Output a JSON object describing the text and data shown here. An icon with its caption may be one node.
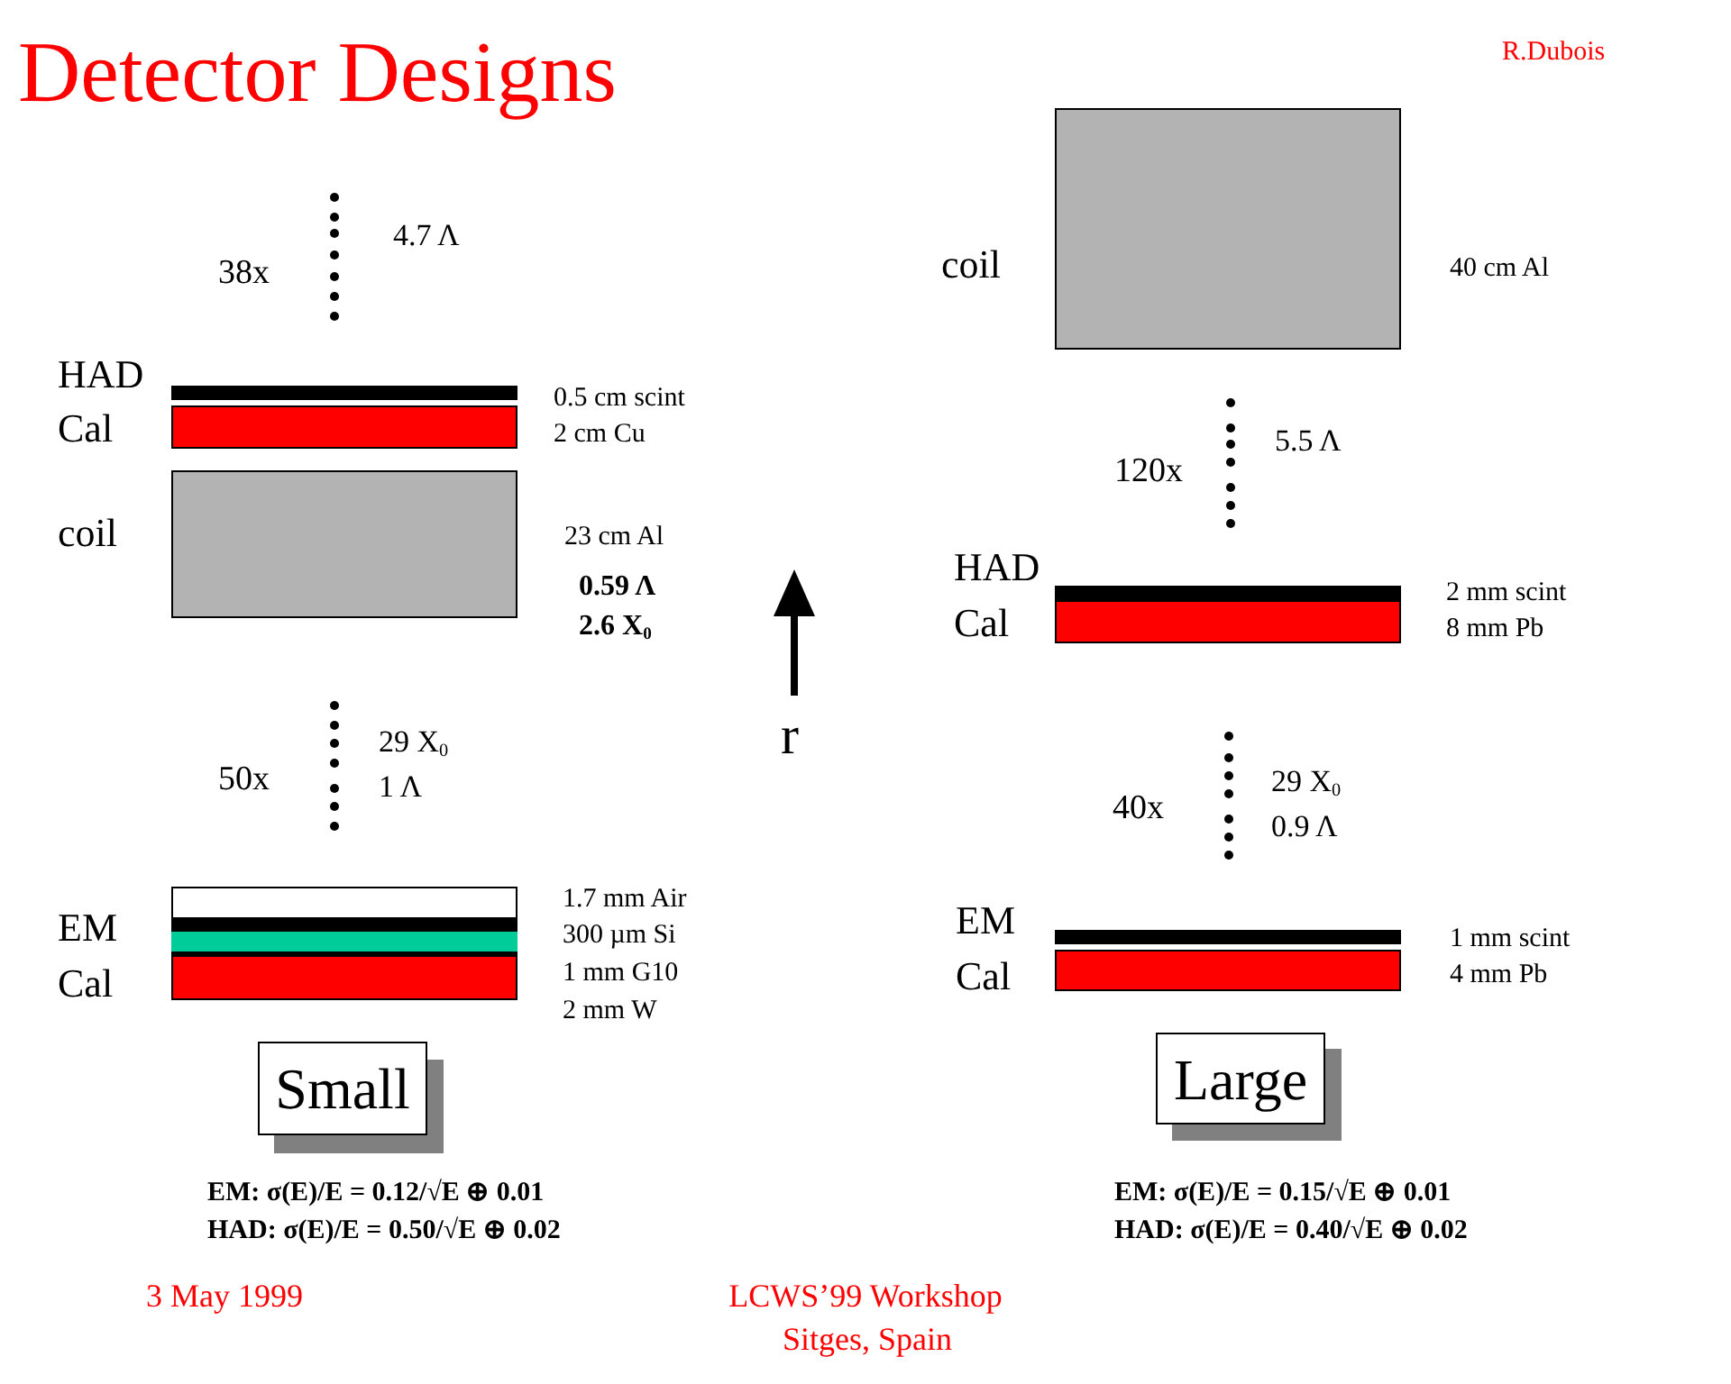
{
  "diagram": {
    "title": "Detector Designs",
    "nodes": [
      {
        "text": [],
        "shape": "box"
      },
      {
        "text": [
          "Small"
        ]
      },
      {
        "text": [],
        "shape": "box"
      },
      {
        "text": [
          "Large"
        ]
      }
    ],
    "labels": [
      "R.Dubois",
      "4.7 Λ",
      "38x",
      "HAD",
      "0.5 cm scint",
      "Cal",
      "2 cm Cu",
      "coil",
      "23 cm Al",
      "0.59 Λ",
      "2.6 X$_{0}$",
      "29 X$_{0}$",
      "50x",
      "1 Λ",
      "1.7 mm Air",
      "EM",
      "300 µm Si",
      "Cal",
      "1 mm G10",
      "2 mm W",
      "EM: σ(E)/E = 0.12/√E ⊕ 0.01",
      "HAD: σ(E)/E = 0.50/√E ⊕ 0.02",
      "r",
      "coil",
      "40 cm Al",
      "5.5 Λ",
      "120x",
      "HAD",
      "2 mm scint",
      "Cal",
      "8 mm Pb",
      "29 X$_{0}$",
      "40x",
      "0.9 Λ",
      "EM",
      "1 mm scint",
      "Cal",
      "4 mm Pb",
      "EM: σ(E)/E = 0.15/√E ⊕ 0.01",
      "HAD: σ(E)/E = 0.40/√E ⊕ 0.02",
      "3 May 1999",
      "LCWS’99 Workshop",
      "Sitges, Spain"
    ]
  }
}
